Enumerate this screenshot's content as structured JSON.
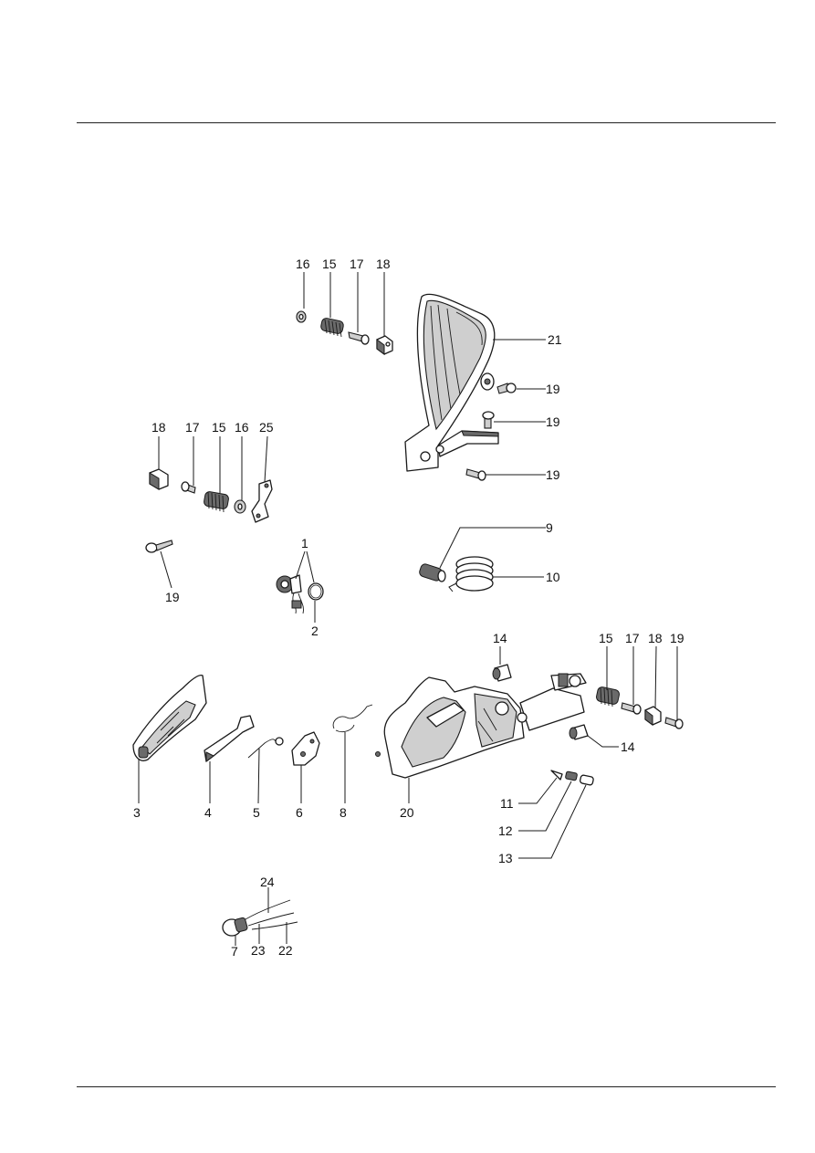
{
  "callouts": {
    "top_cluster": [
      "16",
      "15",
      "17",
      "18"
    ],
    "left_cluster": [
      "18",
      "17",
      "15",
      "16",
      "25"
    ],
    "handle_bar": "21",
    "screws": [
      "19",
      "19",
      "19"
    ],
    "screw_left": "19",
    "switch": [
      "1",
      "2"
    ],
    "spring_parts": [
      "9",
      "10"
    ],
    "rear_top": [
      "14",
      "15",
      "17",
      "18",
      "19"
    ],
    "rear_right": "14",
    "small_parts": [
      "11",
      "12",
      "13"
    ],
    "bottom_row": [
      "3",
      "4",
      "5",
      "6",
      "8",
      "20"
    ],
    "cable": [
      "24",
      "7",
      "23",
      "22"
    ]
  }
}
